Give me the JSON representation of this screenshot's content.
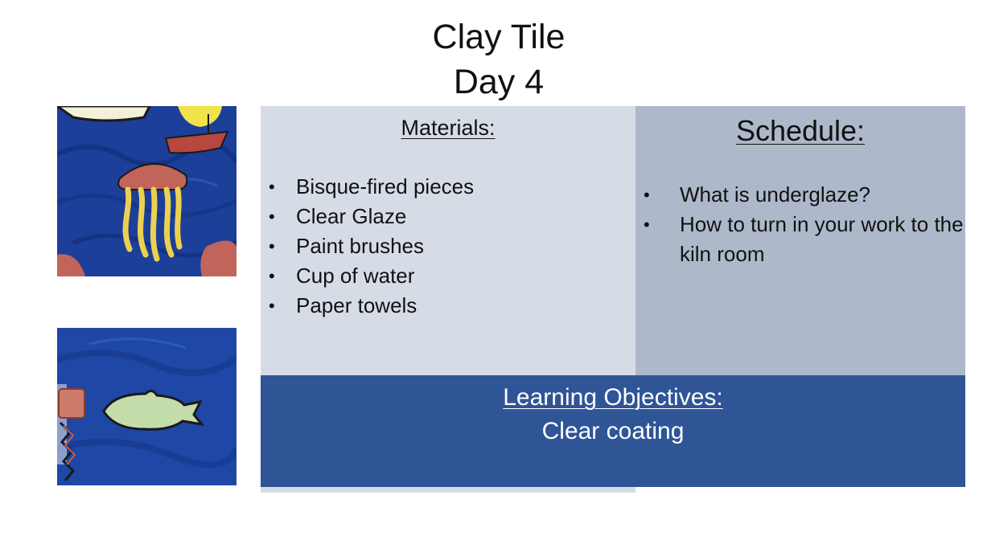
{
  "slide": {
    "title_line1": "Clay Tile",
    "title_line2": "Day 4"
  },
  "materials": {
    "heading": "Materials:",
    "items": [
      "Bisque-fired pieces",
      "Clear Glaze",
      "Paint brushes",
      "Cup of water",
      "Paper towels"
    ]
  },
  "schedule": {
    "heading": "Schedule:",
    "items": [
      "What is underglaze?",
      "How to turn in your work to the kiln room"
    ]
  },
  "objectives": {
    "heading": "Learning Objectives:",
    "text": "Clear coating"
  },
  "bullet_symbol": "•",
  "colors": {
    "materials_panel": "#d6dce5",
    "schedule_panel": "#adb9ca",
    "objectives_panel": "#2f5597",
    "tile_background": "#1c3f9a"
  }
}
